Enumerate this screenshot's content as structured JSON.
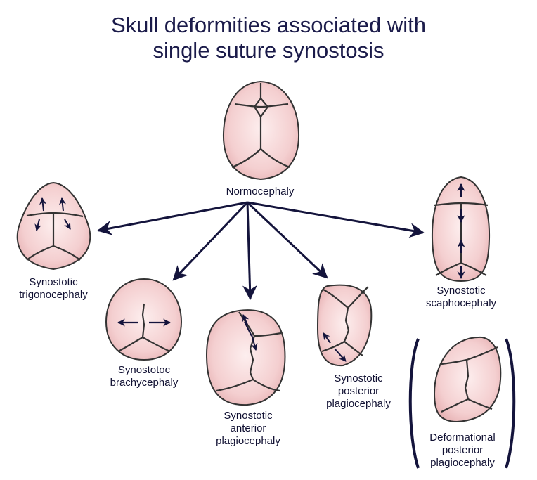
{
  "title": {
    "line1": "Skull deformities associated with",
    "line2": "single suture synostosis"
  },
  "colors": {
    "skull_fill": "#f6d2d2",
    "skull_inner": "#fbe9e9",
    "outline": "#3a3a3a",
    "arrow": "#14143c",
    "title": "#1b1b4a"
  },
  "nodes": {
    "normocephaly": {
      "line1": "Normocephaly"
    },
    "trigonocephaly": {
      "line1": "Synostotic",
      "line2": "trigonocephaly"
    },
    "brachycephaly": {
      "line1": "Synostotoc",
      "line2": "brachycephaly"
    },
    "anterior_plagiocephaly": {
      "line1": "Synostotic",
      "line2": "anterior",
      "line3": "plagiocephaly"
    },
    "posterior_plagiocephaly": {
      "line1": "Synostotic",
      "line2": "posterior",
      "line3": "plagiocephaly"
    },
    "scaphocephaly": {
      "line1": "Synostotic",
      "line2": "scaphocephaly"
    },
    "deformational": {
      "line1": "Deformational",
      "line2": "posterior",
      "line3": "plagiocephaly"
    }
  }
}
